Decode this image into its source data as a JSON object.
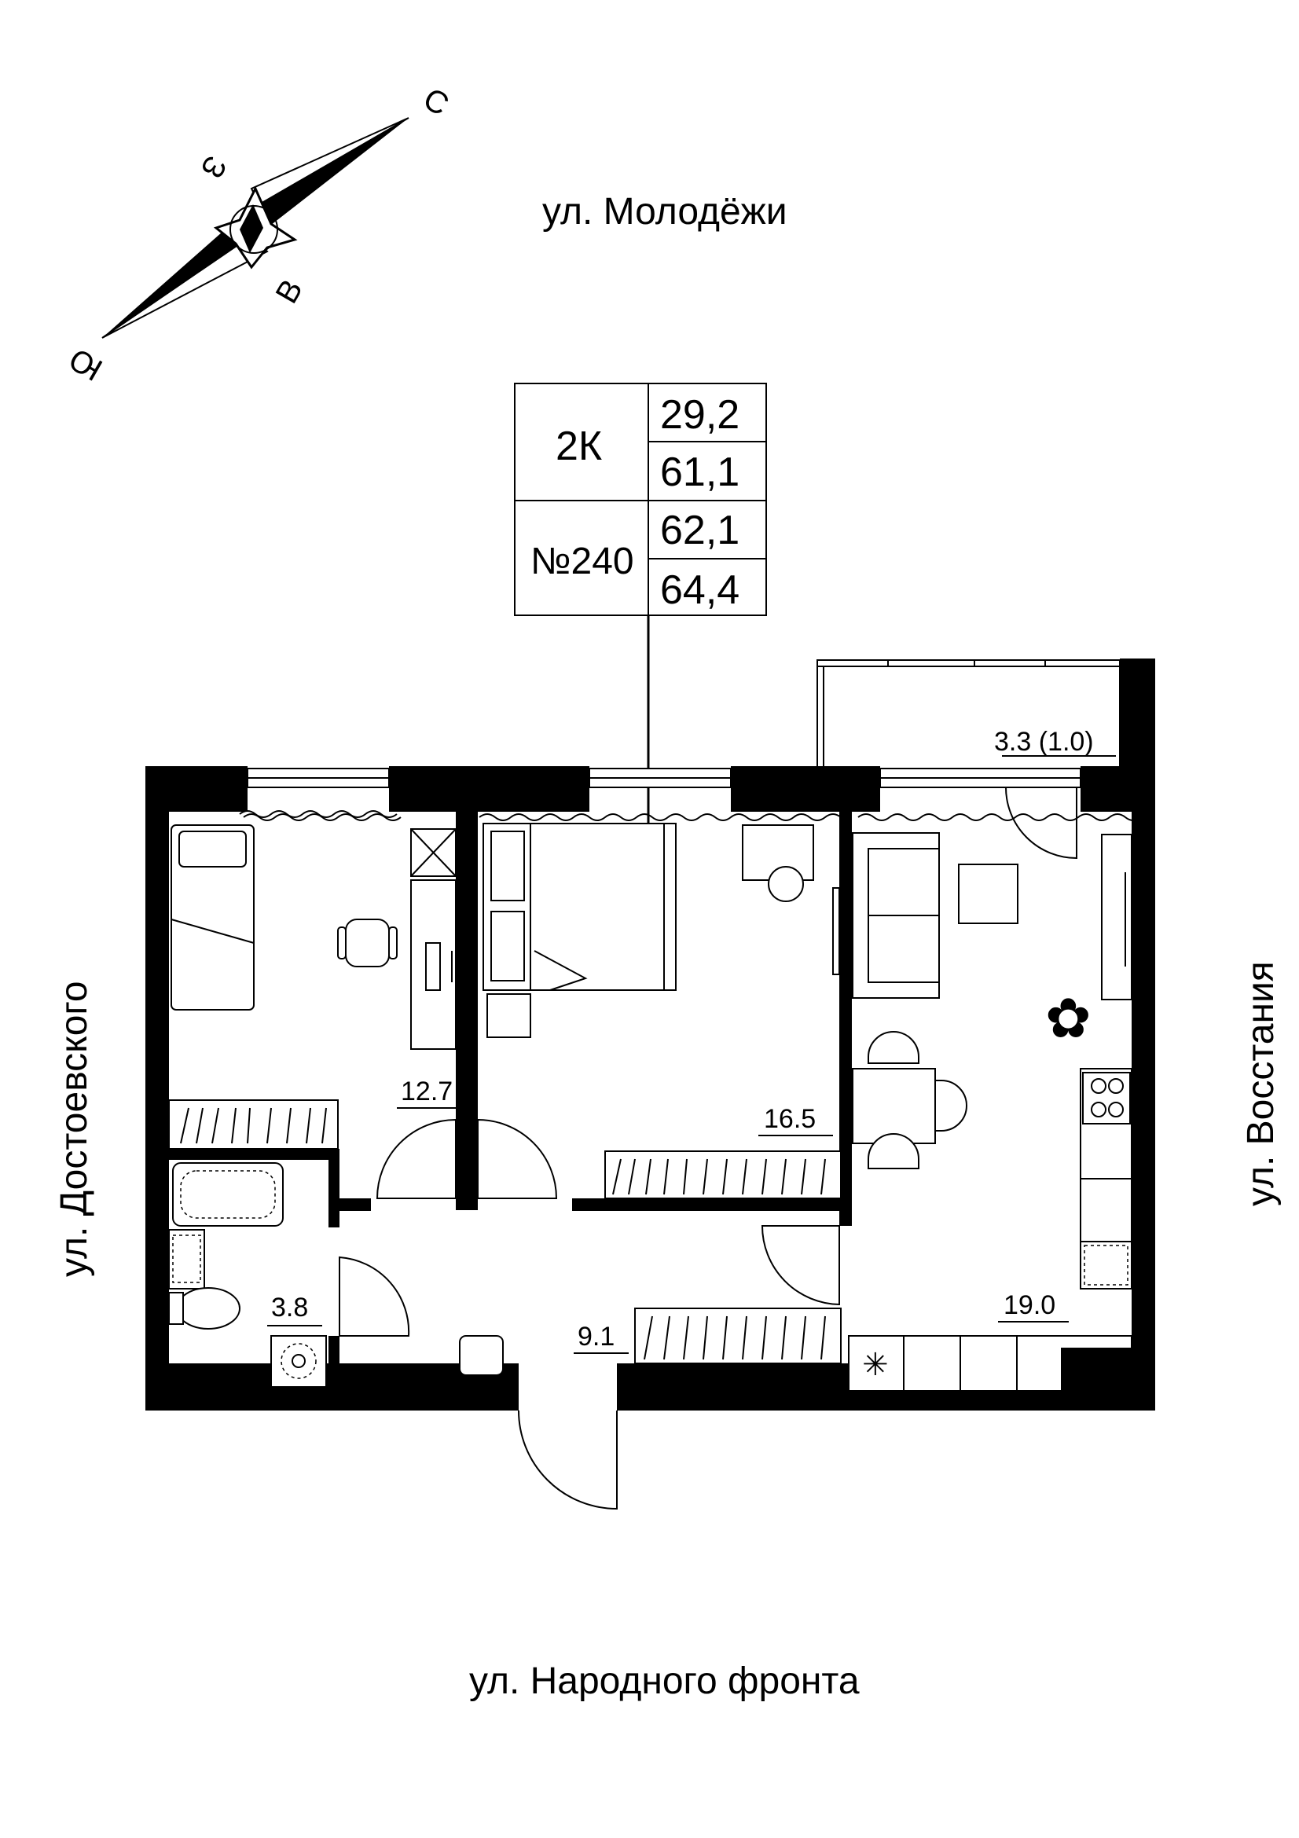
{
  "compass": {
    "north": "С",
    "south": "Ю",
    "east": "В",
    "west": "З"
  },
  "streets": {
    "top": "ул. Молодёжи",
    "bottom": "ул. Народного фронта",
    "left": "ул. Достоевского",
    "right": "ул. Восстания"
  },
  "info_box": {
    "type": "2К",
    "number": "№240",
    "values": [
      "29,2",
      "61,1",
      "62,1",
      "64,4"
    ]
  },
  "rooms": {
    "bedroom_left": "12.7",
    "bedroom_main": "16.5",
    "kitchen_living": "19.0",
    "bathroom": "3.8",
    "hallway": "9.1",
    "balcony": "3.3 (1.0)"
  }
}
